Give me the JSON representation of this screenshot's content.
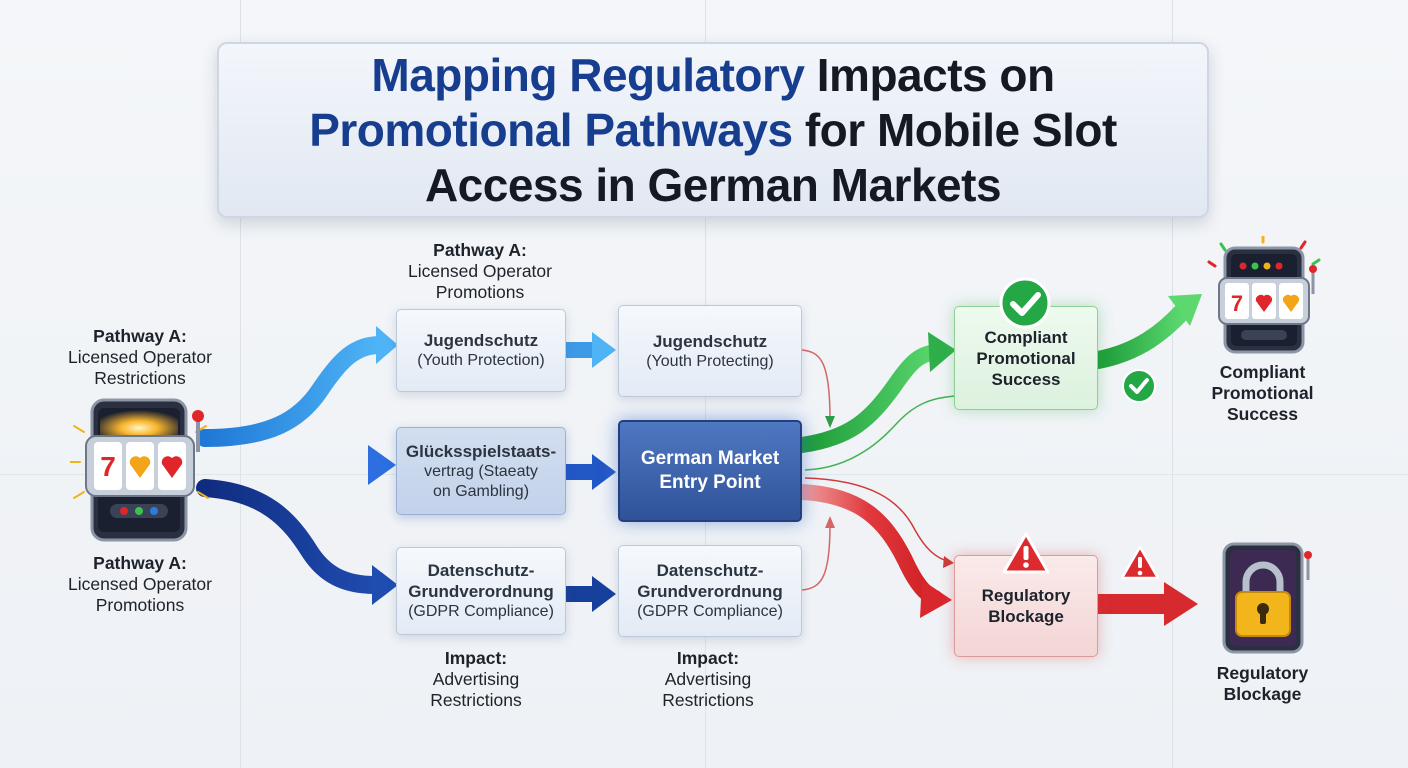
{
  "title": {
    "highlight_1": "Mapping Regulatory",
    "rest_1": " Impacts on",
    "highlight_2": "Promotional Pathways",
    "rest_2": " for Mobile Slot",
    "line_3": "Access in German Markets"
  },
  "left": {
    "top_label": {
      "bold": "Pathway A:",
      "line1": "Licensed Operator",
      "line2": "Restrictions"
    },
    "bottom_label": {
      "bold": "Pathway A:",
      "line1": "Licensed Operator",
      "line2": "Promotions"
    }
  },
  "column1": {
    "top_label": {
      "bold": "Pathway A:",
      "line1": "Licensed Operator",
      "line2": "Promotions"
    },
    "box1": {
      "bold": "Jugendschutz",
      "sub": "(Youth Protection)"
    },
    "box2": {
      "bold": "Glücksspielstaats-",
      "line2": "vertrag (Staeaty",
      "line3": "on Gambling)"
    },
    "box3": {
      "bold": "Datenschutz-",
      "bold2": "Grundverordnung",
      "sub": "(GDPR Compliance)"
    },
    "bottom_label": {
      "bold": "Impact:",
      "line1": "Advertising",
      "line2": "Restrictions"
    }
  },
  "column2": {
    "box1": {
      "bold": "Jugendschutz",
      "sub": "(Youth Protecting)"
    },
    "center": {
      "line1": "German Market",
      "line2": "Entry Point"
    },
    "box3": {
      "bold": "Datenschutz-",
      "bold2": "Grundverordnung",
      "sub": "(GDPR Compliance)"
    },
    "bottom_label": {
      "bold": "Impact:",
      "line1": "Advertising",
      "line2": "Restrictions"
    }
  },
  "outcomes": {
    "success_box": {
      "line1": "Compliant",
      "line2": "Promotional",
      "line3": "Success"
    },
    "block_box": {
      "line1": "Regulatory",
      "line2": "Blockage"
    },
    "success_label": {
      "line1": "Compliant",
      "line2": "Promotional",
      "line3": "Success"
    },
    "block_label": {
      "line1": "Regulatory",
      "line2": "Blockage"
    }
  },
  "icons": {
    "left_device": "slot-machine-phone-icon",
    "success_device": "slot-machine-phone-icon",
    "block_device": "locked-phone-icon",
    "check": "check-icon",
    "warning": "warning-icon"
  },
  "colors": {
    "title_highlight": "#173d8e",
    "arrow_light_blue": "#2f8fe0",
    "arrow_blue": "#1f56c0",
    "arrow_navy": "#0f2d84",
    "success_green": "#23a33f",
    "block_red": "#d8282d"
  }
}
